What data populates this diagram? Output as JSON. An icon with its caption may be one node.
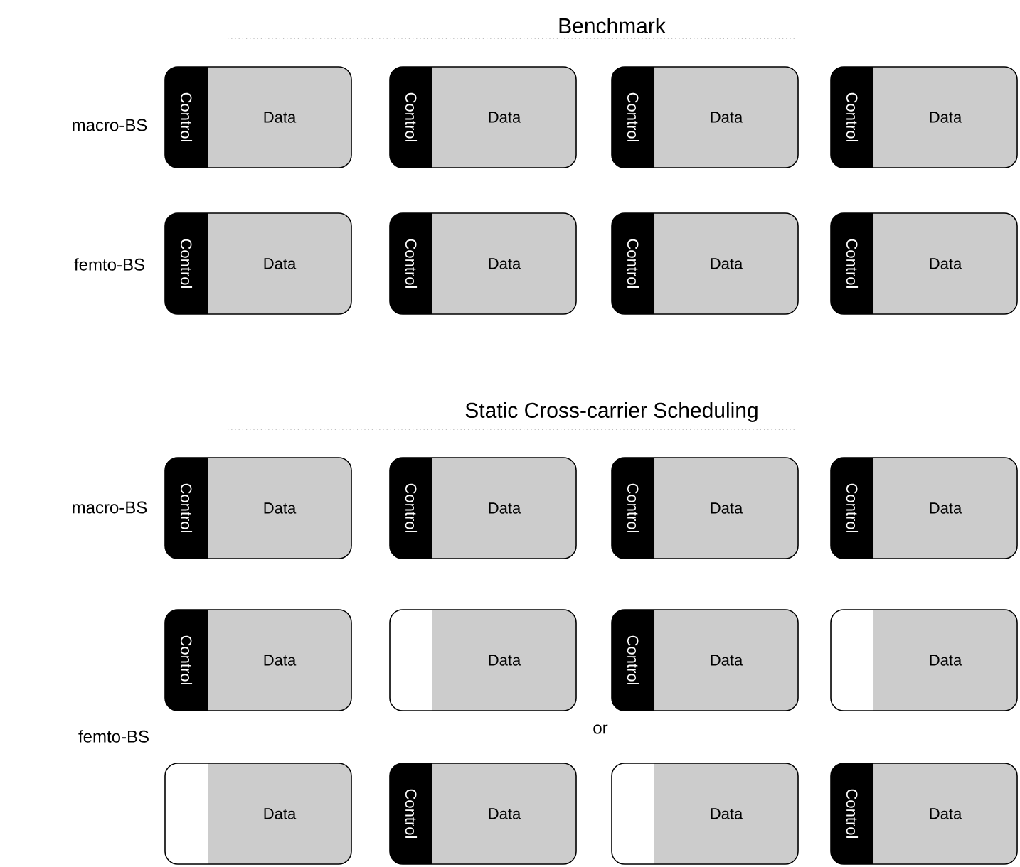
{
  "diagram": {
    "nodes": [
      {
        "text": [
          "Control",
          "Data"
        ]
      },
      {
        "text": [
          "Control",
          "Data"
        ]
      },
      {
        "text": [
          "Control",
          "Data"
        ]
      },
      {
        "text": [
          "Control",
          "Data"
        ]
      },
      {
        "text": [
          "Control",
          "Data"
        ]
      },
      {
        "text": [
          "Control",
          "Data"
        ]
      },
      {
        "text": [
          "Control",
          "Data"
        ]
      },
      {
        "text": [
          "Control",
          "Data"
        ]
      },
      {
        "text": [
          "Control",
          "Data"
        ]
      },
      {
        "text": [
          "Control",
          "Data"
        ]
      },
      {
        "text": [
          "Control",
          "Data"
        ]
      },
      {
        "text": [
          "Control",
          "Data"
        ]
      },
      {
        "text": [
          "Control",
          "Data"
        ]
      },
      {
        "text": [
          "Data"
        ]
      },
      {
        "text": [
          "Control",
          "Data"
        ]
      },
      {
        "text": [
          "Data"
        ]
      },
      {
        "text": [
          "Data"
        ]
      },
      {
        "text": [
          "Control",
          "Data"
        ]
      },
      {
        "text": [
          "Data"
        ]
      },
      {
        "text": [
          "Control",
          "Data"
        ]
      }
    ],
    "labels": [
      "Benchmark",
      "macro-BS",
      "femto-BS",
      "Static Cross-carrier Scheduling",
      "macro-BS",
      "femto-BS",
      "or"
    ]
  }
}
